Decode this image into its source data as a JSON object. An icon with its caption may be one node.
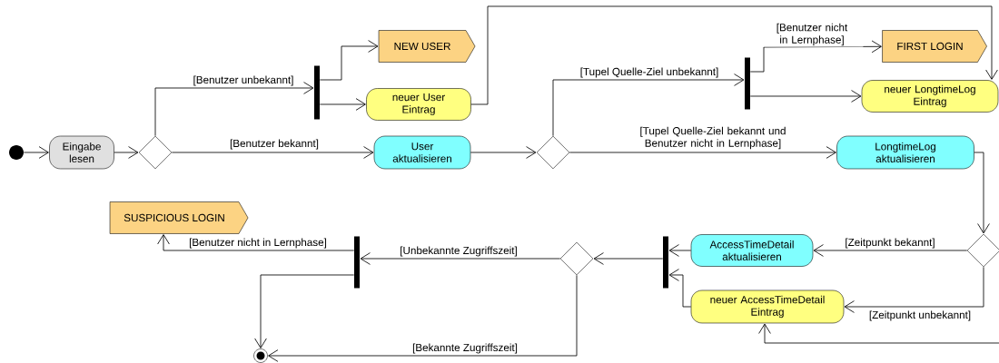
{
  "diagram": {
    "nodes": [
      {
        "text": [],
        "shape": "circle"
      },
      {
        "text": [
          "Eingabe lesen"
        ]
      },
      {
        "text": [],
        "shape": "diamond"
      },
      {
        "text": [],
        "shape": "bar"
      },
      {
        "text": [
          "NEW USER"
        ]
      },
      {
        "text": [
          "neuer User Eintrag"
        ]
      },
      {
        "text": [
          "User aktualisieren"
        ]
      },
      {
        "text": [],
        "shape": "diamond"
      },
      {
        "text": [],
        "shape": "bar"
      },
      {
        "text": [
          "FIRST LOGIN"
        ]
      },
      {
        "text": [
          "neuer LongtimeLog Eintrag"
        ]
      },
      {
        "text": [
          "LongtimeLog aktualisieren"
        ]
      },
      {
        "text": [],
        "shape": "diamond"
      },
      {
        "text": [
          "AccessTimeDetail aktualisieren"
        ]
      },
      {
        "text": [
          "neuer AccessTimeDetail Eintrag"
        ]
      },
      {
        "text": [],
        "shape": "bar"
      },
      {
        "text": [],
        "shape": "diamond"
      },
      {
        "text": [],
        "shape": "bar"
      },
      {
        "text": [
          "SUSPICIOUS LOGIN"
        ]
      },
      {
        "text": [],
        "shape": "circle"
      }
    ],
    "edges": [
      {
        "from": 0,
        "to": 1,
        "arrow": "to"
      },
      {
        "from": 1,
        "to": 2,
        "arrow": "to"
      },
      {
        "from": 2,
        "to": 3,
        "arrow": "to",
        "label": "[Benutzer unbekannt]"
      },
      {
        "from": 2,
        "to": 6,
        "arrow": "to",
        "label": "[Benutzer bekannt]"
      },
      {
        "from": 3,
        "to": 4,
        "arrow": "to"
      },
      {
        "from": 3,
        "to": 5,
        "arrow": "to"
      },
      {
        "from": 5,
        "to": 10,
        "arrow": "to"
      },
      {
        "from": 6,
        "to": 7,
        "arrow": "to"
      },
      {
        "from": 7,
        "to": 8,
        "arrow": "to",
        "label": "[Tupel Quelle-Ziel unbekannt]"
      },
      {
        "from": 7,
        "to": 11,
        "arrow": "to",
        "label": "[Tupel Quelle-Ziel bekannt und Benutzer nicht in Lernphase]"
      },
      {
        "from": 8,
        "to": 9,
        "arrow": "to",
        "label": "[Benutzer nicht in Lernphase]"
      },
      {
        "from": 8,
        "to": 10,
        "arrow": "to"
      },
      {
        "from": 11,
        "to": 12,
        "arrow": "to"
      },
      {
        "from": 12,
        "to": 13,
        "arrow": "to",
        "label": "[Zeitpunkt bekannt]"
      },
      {
        "from": 12,
        "to": 14,
        "arrow": "to",
        "label": "[Zeitpunkt unbekannt]"
      },
      {
        "from": null,
        "to": 14,
        "arrow": "to"
      },
      {
        "from": 13,
        "to": 15,
        "arrow": "to"
      },
      {
        "from": 14,
        "to": 15,
        "arrow": "to"
      },
      {
        "from": 15,
        "to": 16,
        "arrow": "to"
      },
      {
        "from": 16,
        "to": 17,
        "arrow": "to",
        "label": "[Unbekannte Zugriffszeit]"
      },
      {
        "from": 16,
        "to": 19,
        "arrow": "to",
        "label": "[Bekannte Zugriffszeit]"
      },
      {
        "from": 17,
        "to": 18,
        "arrow": "to",
        "label": "[Benutzer nicht in Lernphase]"
      },
      {
        "from": 17,
        "to": 19,
        "arrow": "to"
      }
    ]
  }
}
